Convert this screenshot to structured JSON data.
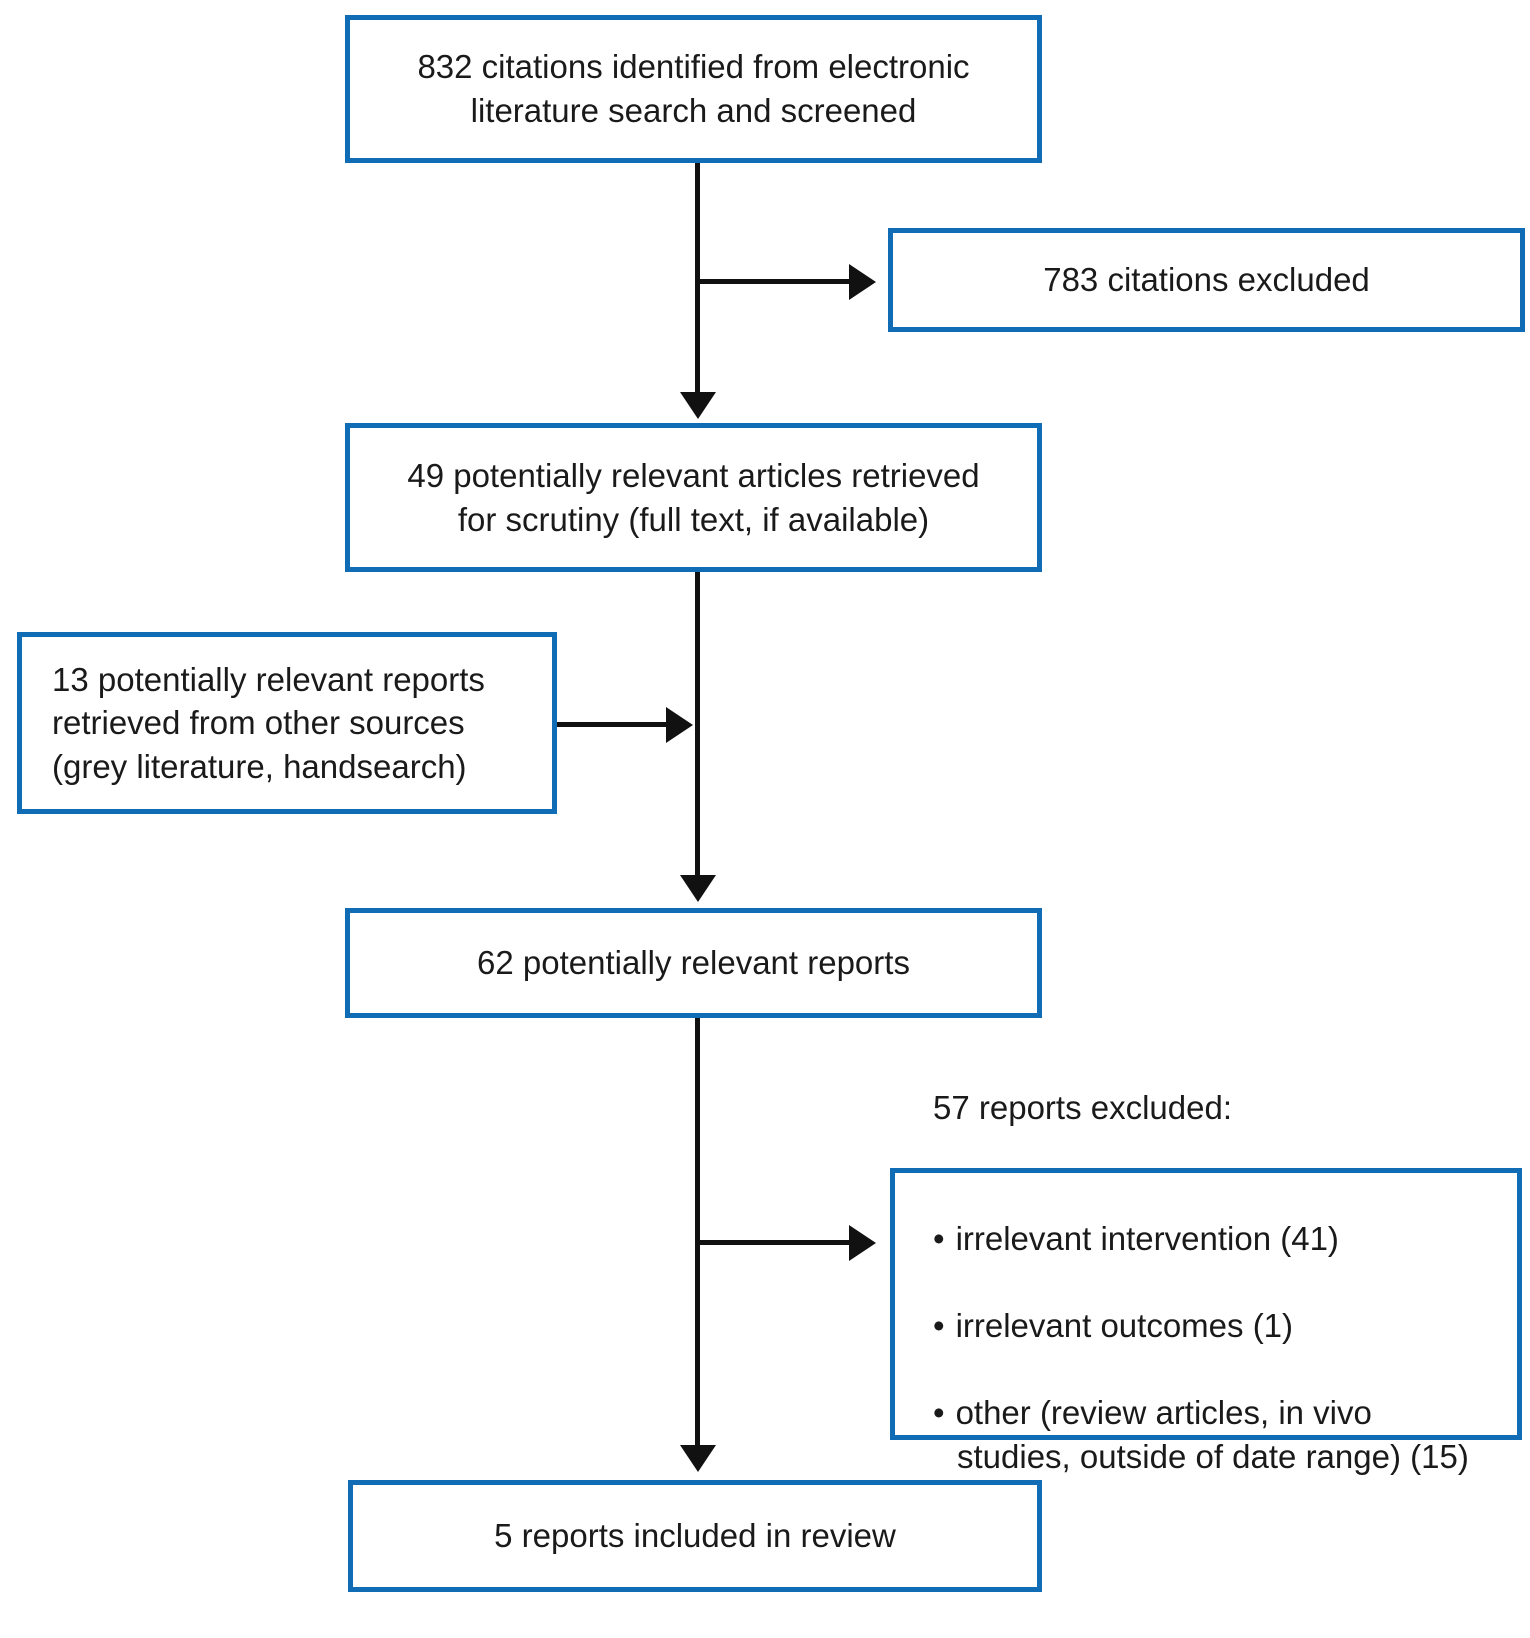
{
  "diagram": {
    "type": "prisma-flowchart",
    "colors": {
      "box_border": "#106cb5",
      "arrow": "#111111",
      "background": "#ffffff",
      "text": "#1a1a1a"
    },
    "boxes": {
      "identified": {
        "text": "832 citations identified from electronic\nliterature search and screened"
      },
      "excluded_citations": {
        "text": "783 citations excluded"
      },
      "retrieved": {
        "text": "49 potentially relevant articles retrieved\nfor scrutiny (full text, if available)"
      },
      "other_sources": {
        "text": "13 potentially relevant reports\nretrieved from other sources\n(grey literature, handsearch)"
      },
      "combined": {
        "text": "62 potentially relevant reports"
      },
      "excluded_reports": {
        "title": "57 reports excluded:",
        "items": [
          "irrelevant intervention (41)",
          "irrelevant outcomes (1)",
          "other (review articles, in vivo\nstudies, outside of date range) (15)"
        ]
      },
      "included": {
        "text": "5 reports included in review"
      }
    }
  }
}
